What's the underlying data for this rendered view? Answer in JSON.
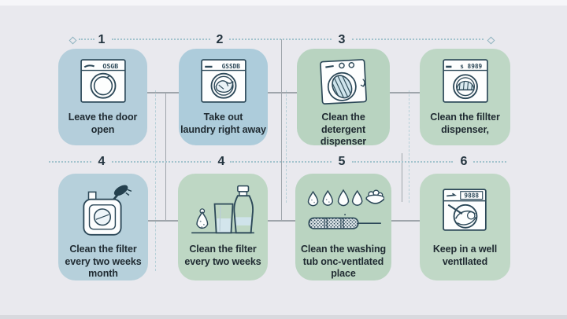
{
  "infographic": {
    "background": "#e9e9ee",
    "colors": {
      "card_blue_1": "#b4cedb",
      "card_blue_2": "#adccdb",
      "card_blue_3": "#b6d0db",
      "card_green_1": "#b8d3c0",
      "card_green_2": "#bed7c5",
      "card_green_3": "#bed7c4",
      "card_green_4": "#bad4c1",
      "card_green_5": "#c0d8c6",
      "number_text": "#22333e",
      "title_text": "#1f2a31",
      "dotted_line": "#a2c3cd",
      "solid_line": "#9fa5ab",
      "icon_stroke": "#2c4858",
      "icon_fill_light": "#d3e5ec"
    },
    "timeline_row1": {
      "labels": [
        "1",
        "2",
        "3"
      ]
    },
    "timeline_row2": {
      "labels": [
        "4",
        "4",
        "5",
        "6"
      ]
    },
    "cards": [
      {
        "icon": "washing-machine-closed-door-icon",
        "panel_text": "OSGB",
        "title": "Leave the door\nopen",
        "bg": "#b4cedb"
      },
      {
        "icon": "washing-machine-laundry-icon",
        "panel_text": "GSSDB",
        "title": "Take out\nlaundry right away",
        "bg": "#adccdb"
      },
      {
        "icon": "washing-machine-open-drum-icon",
        "panel_text": "",
        "title": "Clean the\ndetergent dispenser",
        "bg": "#b8d3c0"
      },
      {
        "icon": "washing-machine-filter-icon",
        "panel_text": "s 8989",
        "title": "Clean the fillter\ndispenser,",
        "bg": "#bed7c5"
      },
      {
        "icon": "filter-box-brush-icon",
        "panel_text": "",
        "title": "Clean the filter\nevery two weeks\nmonth",
        "bg": "#b6d0db"
      },
      {
        "icon": "detergent-bottle-cup-icon",
        "panel_text": "",
        "title": "Clean the filter\nevery two weeks",
        "bg": "#bed7c4"
      },
      {
        "icon": "water-drops-filter-cartridge-icon",
        "panel_text": "",
        "title": "Clean the washing\ntub onc-ventlated\nplace",
        "bg": "#bad4c1"
      },
      {
        "icon": "washing-machine-hose-icon",
        "panel_text": "9888",
        "title": "Keep in a well\nventllated",
        "bg": "#c0d8c6"
      }
    ]
  }
}
